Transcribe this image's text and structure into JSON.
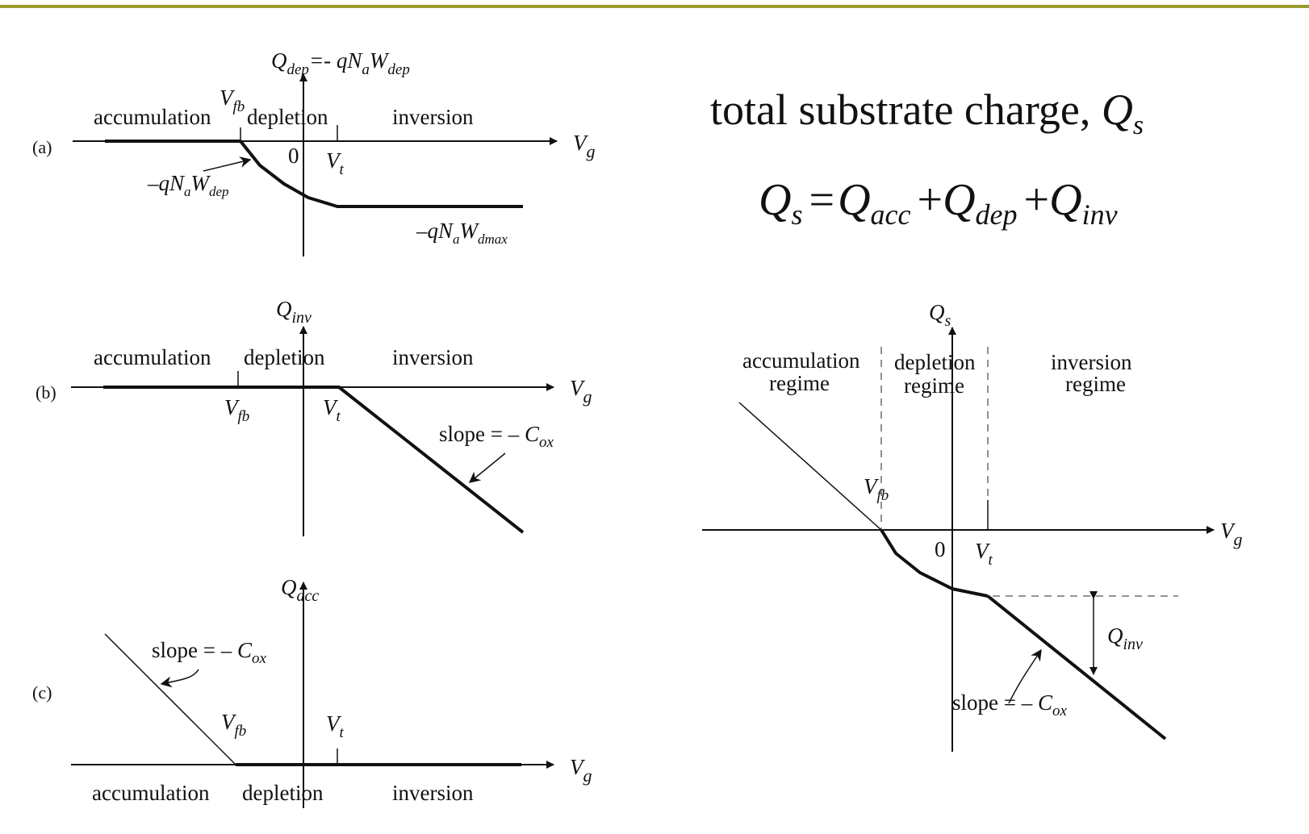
{
  "colors": {
    "accent_bar": "#9a9a2e",
    "ink": "#111111"
  },
  "title": {
    "text": "total substrate charge, ",
    "symbol": "Q",
    "sub": "s"
  },
  "equation": {
    "lhs": "Q",
    "lhs_sub": "s",
    "eq": "=",
    "t1": "Q",
    "t1_sub": "acc",
    "plus1": "+",
    "t2": "Q",
    "t2_sub": "dep",
    "plus2": "+",
    "t3": "Q",
    "t3_sub": "inv"
  },
  "common": {
    "xaxis": "V",
    "xaxis_sub": "g",
    "vfb": "V",
    "vfb_sub": "fb",
    "vt": "V",
    "vt_sub": "t",
    "zero": "0",
    "accumulation": "accumulation",
    "depletion": "depletion",
    "inversion": "inversion",
    "slope": "slope = – ",
    "cox": "C",
    "cox_sub": "ox",
    "q": "Q",
    "inv_sub": "inv",
    "acc_sub": "acc",
    "s_sub": "s"
  },
  "panel_a": {
    "tag": "(a)",
    "ylabel": "Q",
    "ylabel_sub": "dep",
    "ylabel_rest": "=- qN",
    "ylabel_sub2": "a",
    "ylabel_w": "W",
    "ylabel_sub3": "dep",
    "ann1_pre": "–qN",
    "ann1_sub": "a",
    "ann1_w": "W",
    "ann1_sub2": "dep",
    "ann2_pre": "–qN",
    "ann2_sub": "a",
    "ann2_w": "W",
    "ann2_sub2": "dmax"
  },
  "panel_b": {
    "tag": "(b)"
  },
  "panel_c": {
    "tag": "(c)"
  },
  "panel_right": {
    "accumulation_regime": "accumulation",
    "depletion_regime": "depletion",
    "inversion_regime": "inversion",
    "regime": "regime"
  }
}
